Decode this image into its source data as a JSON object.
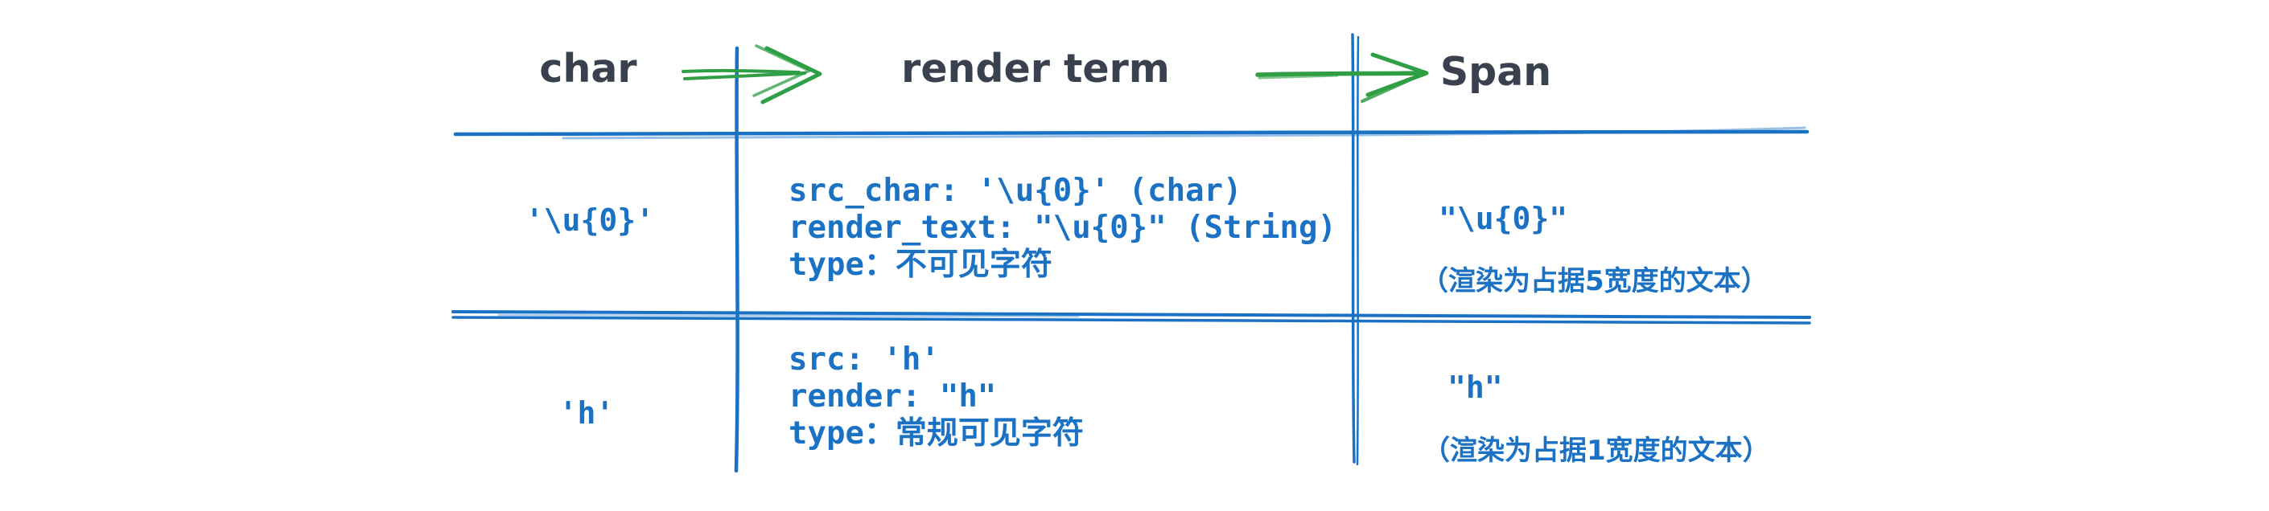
{
  "title": "char to render term to Span mapping diagram",
  "colors": {
    "line_blue": "#1b72c5",
    "arrow_green": "#2f9e44",
    "header_dark": "#3a414e",
    "background": "#ffffff"
  },
  "header": {
    "col_char": "char",
    "col_render_term": "render term",
    "col_span": "Span",
    "arrow1": "arrow-right",
    "arrow2": "arrow-right"
  },
  "rows": [
    {
      "char_value": "'\\u{0}'",
      "term_lines": [
        "src_char: '\\u{0}' (char)",
        "render_text: \"\\u{0}\" (String)",
        "type：不可见字符"
      ],
      "span_value": "\"\\u{0}\"",
      "span_note": "（渲染为占据5宽度的文本）"
    },
    {
      "char_value": "'h'",
      "term_lines": [
        "src: 'h'",
        "render: \"h\"",
        "type：常规可见字符"
      ],
      "span_value": "\"h\"",
      "span_note": "（渲染为占据1宽度的文本）"
    }
  ]
}
